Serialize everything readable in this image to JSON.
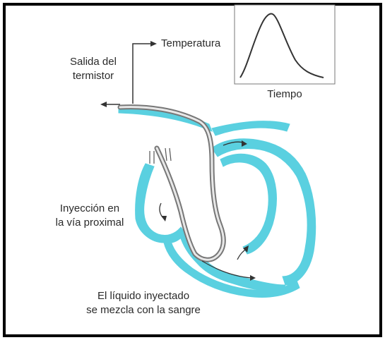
{
  "labels": {
    "temperature": "Temperatura",
    "thermistor_line1": "Salida del",
    "thermistor_line2": "termistor",
    "time": "Tiempo",
    "injection_line1": "Inyección en",
    "injection_line2": "la vía proximal",
    "mix_line1": "El líquido inyectado",
    "mix_line2": "se mezcla con la sangre"
  },
  "colors": {
    "frame": "#000000",
    "heart_wall": "#5ad0e0",
    "catheter": "#8a8a8a",
    "text": "#2a2a2a"
  }
}
